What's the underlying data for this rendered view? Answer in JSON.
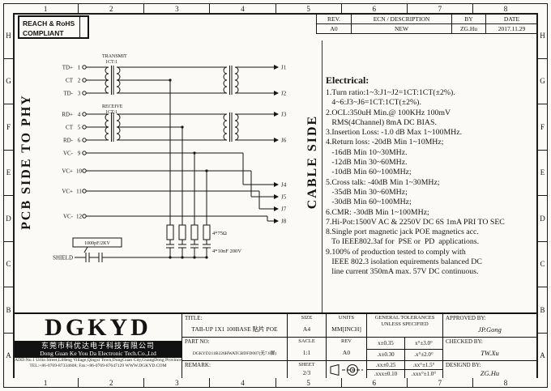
{
  "frame": {
    "cols": [
      "1",
      "2",
      "3",
      "4",
      "5",
      "6",
      "7",
      "8"
    ],
    "rows": [
      "H",
      "G",
      "F",
      "E",
      "D",
      "C",
      "B",
      "A"
    ]
  },
  "compliance": {
    "line1": "REACH & RoHS",
    "line2": "COMPLIANT"
  },
  "rev_table": {
    "col_rev": "REV.",
    "col_ecn": "ECN / DESCRIPTION",
    "col_by": "BY",
    "col_date": "DATE",
    "val_rev": "A0",
    "val_ecn": "NEW",
    "val_by": "ZG.Hu",
    "val_date": "2017.11.29"
  },
  "side_labels": {
    "left": "PCB SIDE TO PHY",
    "right": "CABLE SIDE"
  },
  "schematic": {
    "transmit": "TRANSMIT",
    "transmit_ratio": "1CT:1",
    "receive": "RECEIVE",
    "receive_ratio": "1CT:1",
    "pins": [
      {
        "label": "TD+",
        "num": "1"
      },
      {
        "label": "CT",
        "num": "2"
      },
      {
        "label": "TD-",
        "num": "3"
      },
      {
        "label": "RD+",
        "num": "4"
      },
      {
        "label": "CT",
        "num": "5"
      },
      {
        "label": "RD-",
        "num": "6"
      },
      {
        "label": "VC-",
        "num": "9"
      },
      {
        "label": "VC+",
        "num": "10"
      },
      {
        "label": "VC+",
        "num": "11"
      },
      {
        "label": "VC-",
        "num": "12"
      }
    ],
    "shield": "SHIELD",
    "connectors": [
      "J1",
      "J2",
      "J3",
      "J6",
      "J4",
      "J5",
      "J7",
      "J8"
    ],
    "shield_cap": "1000pF/2KV",
    "resistor_label": "4*75Ω",
    "cap_label": "4*10nF 200V"
  },
  "notes": {
    "title": "Electrical:",
    "lines": [
      "1.Turn ratio:1~3:J1~J2=1CT:1CT(±2%).",
      "   4~6:J3~J6=1CT:1CT(±2%).",
      "2.OCL:350uH Min.@ 100KHz 100mV",
      "   RMS(4Channel) 8mA DC BIAS.",
      "3.Insertion Loss: -1.0 dB Max 1~100MHz.",
      "4.Return loss: -20dB Min 1~10MHz;",
      "   -16dB Min 10~30MHz.",
      "   -12dB Min 30~60MHz.",
      "   -10dB Min 60~100MHz;",
      "5.Cross talk: -40dB Min 1~30MHz;",
      "   -35dB Min 30~60MHz;",
      "   -30dB Min 60~100MHz;",
      "6.CMR: -30dB Min 1~100MHz;",
      "7.Hi-Pot:1500V AC & 2250V DC 6S 1mA PRI TO SEC",
      "8.Single port magnetic jack POE magnetics acc.",
      "   To IEEE802.3af for  PSE or  PD  applications.",
      "9.100% of production tested to comply with",
      "   IEEE 802.3 isolation equirements balanced DC",
      "   line current 350mA max. 57V DC continuous."
    ]
  },
  "title_block": {
    "logo": "DGKYD",
    "company_cn": "东莞市科优达电子科技有限公司",
    "company_en": "Dong Guan Ke You Da Electronic Tech.Co.,Ltd",
    "address": "ADD:No.1 Urlin Street,LiHeng Village,Qingxi Town,DongGuan City,GuangDong Province",
    "contact": "TEL:+86-0769-87334608; Fax:+86-0769-87647129    WWW.DGKYD.COM",
    "title_label": "TITLE:",
    "title_value": "TAB-UP 1X1 100BASE 贴片 POE",
    "part_no_label": "PART NO:",
    "part_no_value": "DGKYD211B226HWATCBDFD087(无7.8脚)",
    "remark_label": "REMARK:",
    "size_label": "SIZE",
    "size_value": "A4",
    "scale_label": "SACLE",
    "scale_value": "1:1",
    "sheet_label": "SHEET",
    "sheet_value": "2/3",
    "units_label": "UNITS",
    "units_value": "MM[INCH]",
    "rev_label": "REV",
    "rev_value": "A0",
    "tol_header1": "GENERAL TOLERANCES",
    "tol_header2": "UNLESS SPECIFIED",
    "tolerances": [
      [
        "x±0.35",
        "x°±3.0°"
      ],
      [
        ".x±0.30",
        ".x°±2.0°"
      ],
      [
        ".xx±0.25",
        ".xx°±1.5°"
      ],
      [
        ".xxx±0.10",
        ".xxx°±1.0°"
      ]
    ],
    "approved_label": "APPROVED BY:",
    "approved_value": "JP.Gong",
    "checked_label": "CHECKED BY:",
    "checked_value": "TW.Xu",
    "designed_label": "DESIGND BY:",
    "designed_value": "ZG.Hu"
  }
}
